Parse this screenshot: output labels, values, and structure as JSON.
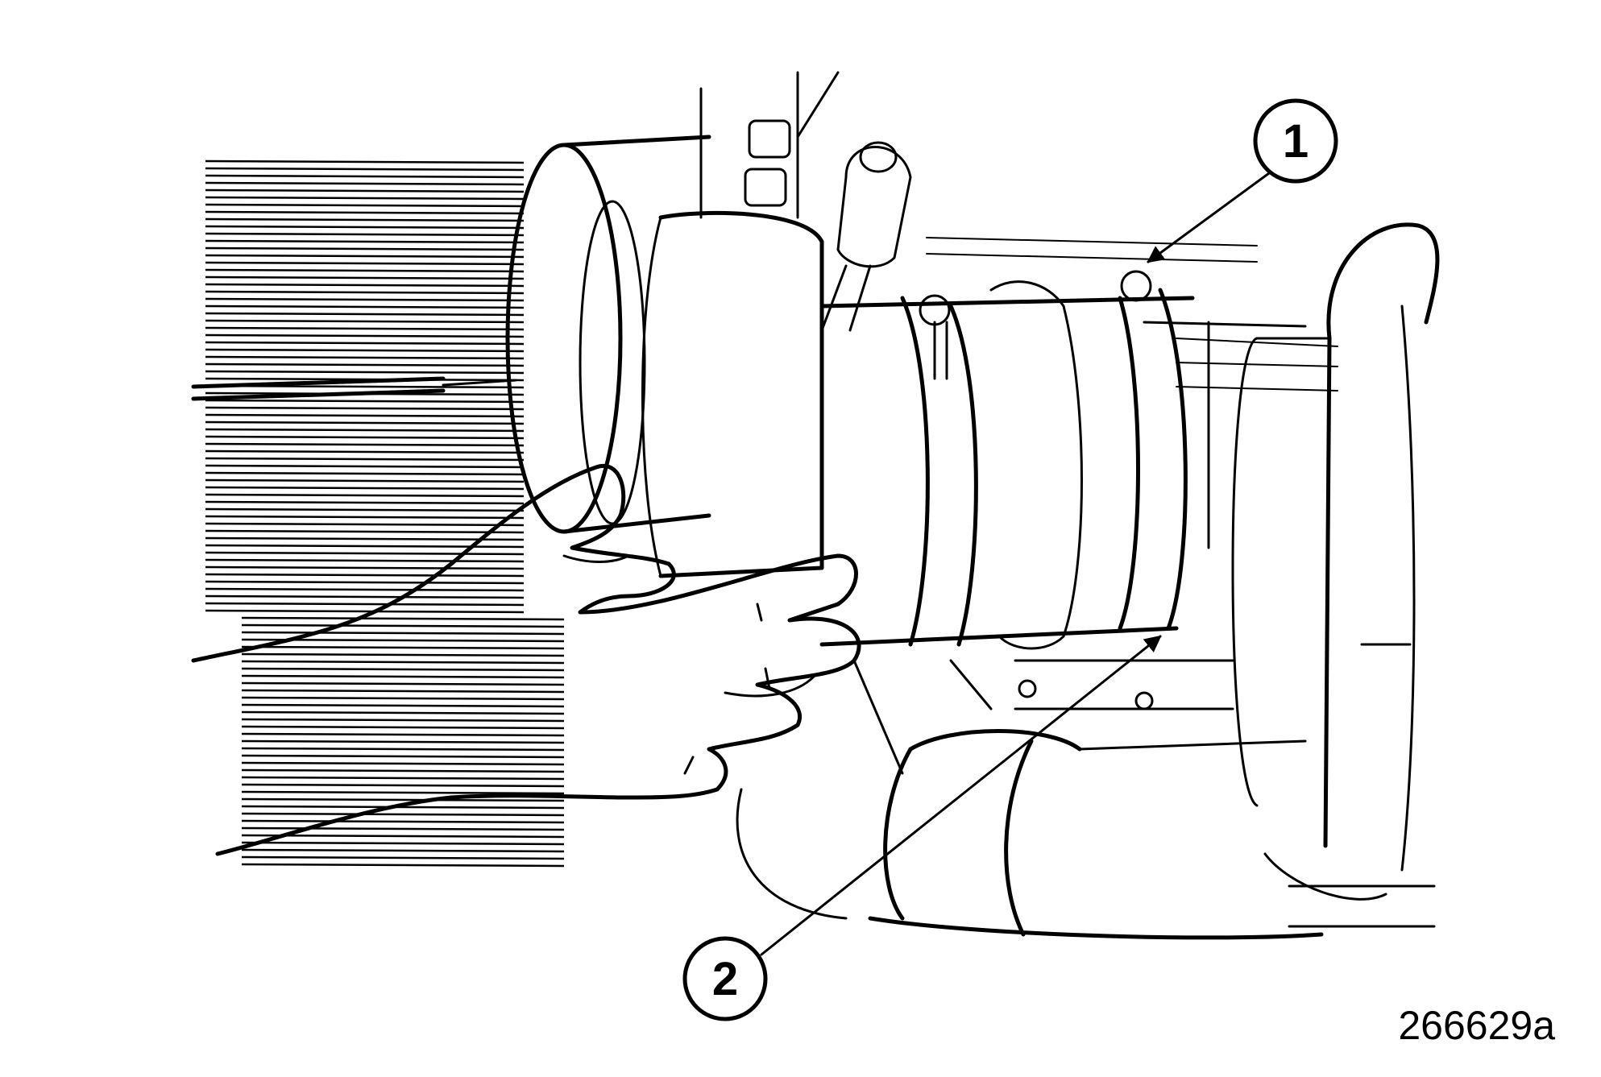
{
  "figure_id": "266629a",
  "callouts": [
    {
      "label": "1"
    },
    {
      "label": "2"
    }
  ]
}
